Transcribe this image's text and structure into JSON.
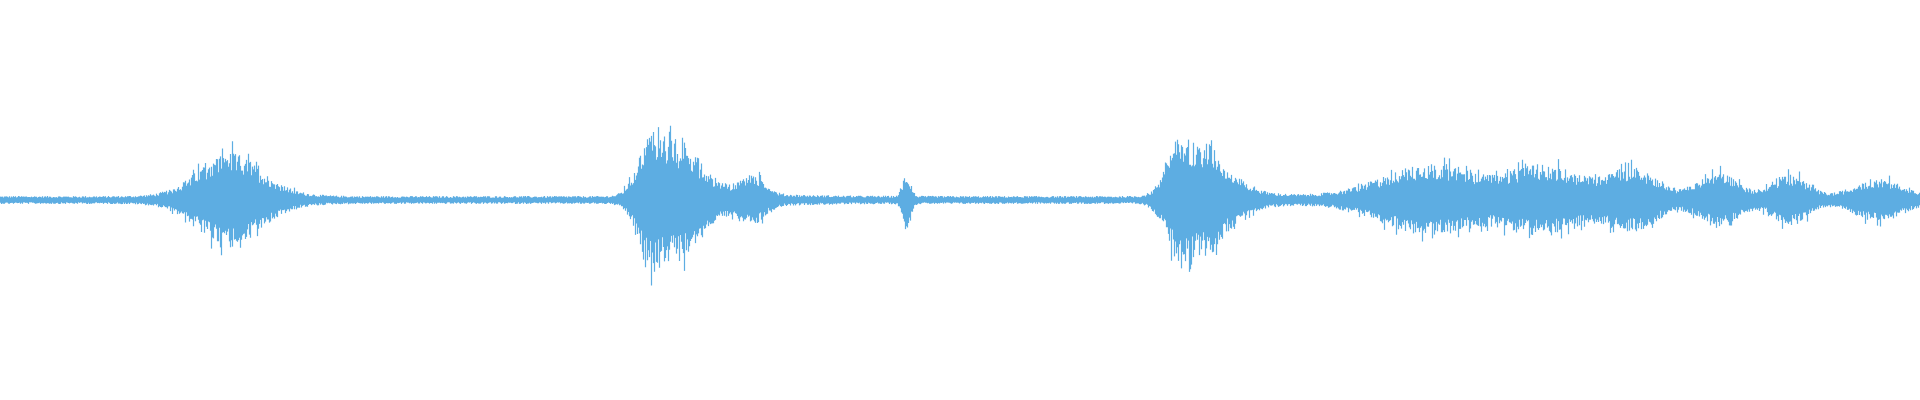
{
  "waveform": {
    "color": "#5dade2",
    "background": "#ffffff",
    "baseline_amplitude": 0.02,
    "bursts": [
      {
        "time": 0.118,
        "spread": 0.015,
        "amplitude": 0.16,
        "style": "single"
      },
      {
        "time": 0.124,
        "spread": 0.02,
        "amplitude": 0.06,
        "style": "single"
      },
      {
        "time": 0.34,
        "spread": 0.012,
        "amplitude": 0.33,
        "style": "sharp"
      },
      {
        "time": 0.355,
        "spread": 0.025,
        "amplitude": 0.08,
        "style": "tail"
      },
      {
        "time": 0.392,
        "spread": 0.006,
        "amplitude": 0.09,
        "style": "single"
      },
      {
        "time": 0.472,
        "spread": 0.002,
        "amplitude": 0.12,
        "style": "spike"
      },
      {
        "time": 0.615,
        "spread": 0.012,
        "amplitude": 0.3,
        "style": "sharp"
      },
      {
        "time": 0.628,
        "spread": 0.02,
        "amplitude": 0.07,
        "style": "tail"
      },
      {
        "time": 0.745,
        "spread": 0.025,
        "amplitude": 0.16,
        "style": "wide"
      },
      {
        "time": 0.805,
        "spread": 0.018,
        "amplitude": 0.15,
        "style": "wide"
      },
      {
        "time": 0.85,
        "spread": 0.013,
        "amplitude": 0.14,
        "style": "wide"
      },
      {
        "time": 0.895,
        "spread": 0.01,
        "amplitude": 0.12,
        "style": "wide"
      },
      {
        "time": 0.932,
        "spread": 0.009,
        "amplitude": 0.11,
        "style": "wide"
      },
      {
        "time": 0.978,
        "spread": 0.012,
        "amplitude": 0.09,
        "style": "wide"
      }
    ]
  }
}
